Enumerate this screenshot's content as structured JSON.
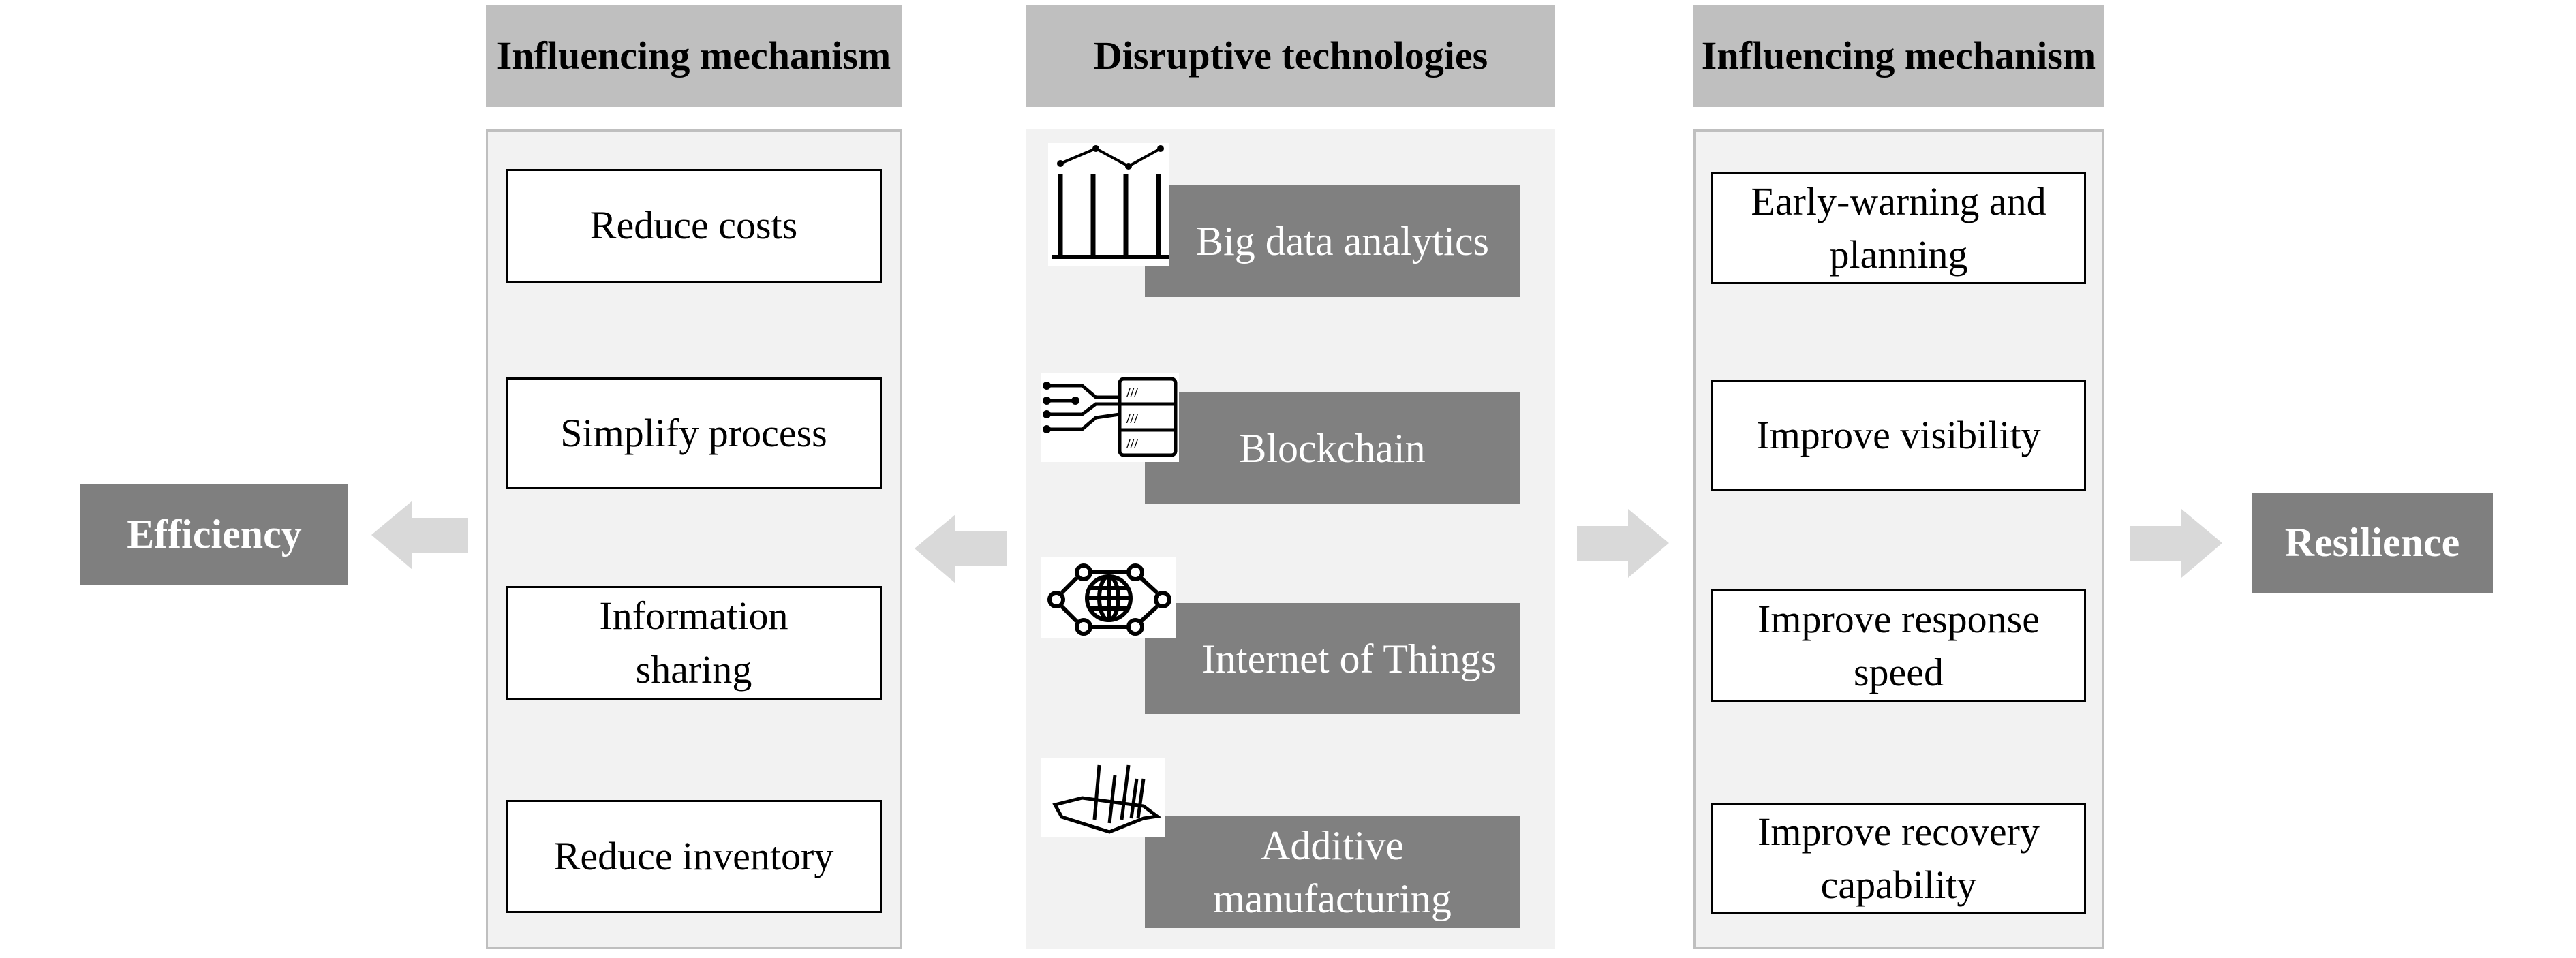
{
  "left_column": {
    "header": "Influencing mechanism",
    "items": [
      "Reduce costs",
      "Simplify process",
      "Information sharing",
      "Reduce inventory"
    ]
  },
  "center_column": {
    "header": "Disruptive technologies",
    "items": [
      {
        "label": "Big data analytics",
        "icon": "chart-icon"
      },
      {
        "label": "Blockchain",
        "icon": "server-network-icon"
      },
      {
        "label": "Internet of Things",
        "icon": "globe-network-icon"
      },
      {
        "label": "Additive manufacturing",
        "icon": "3d-printing-icon"
      }
    ]
  },
  "right_column": {
    "header": "Influencing mechanism",
    "items": [
      "Early-warning and planning",
      "Improve visibility",
      "Improve response speed",
      "Improve recovery capability"
    ]
  },
  "outcomes": {
    "left": "Efficiency",
    "right": "Resilience"
  },
  "colors": {
    "header_bg": "#bfbfbf",
    "panel_bg": "#f2f2f2",
    "tech_bg": "#808080",
    "outcome_bg": "#7f7f7f",
    "arrow": "#d9d9d9"
  }
}
